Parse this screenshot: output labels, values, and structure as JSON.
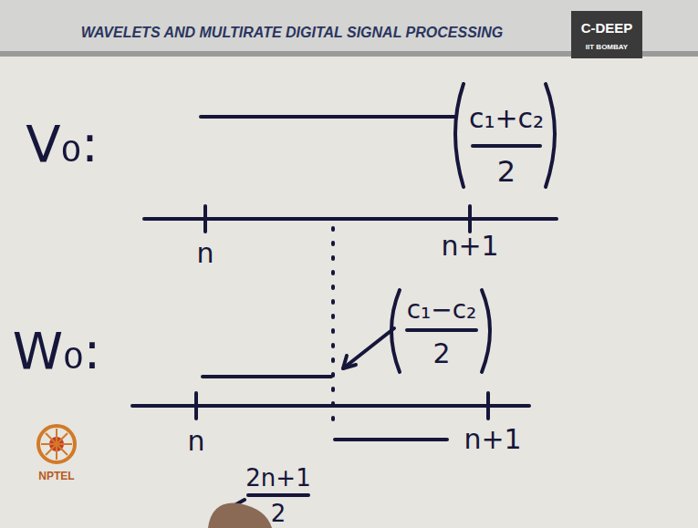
{
  "diagram": {
    "title": "WAVELETS AND MULTIRATE DIGITAL SIGNAL PROCESSING",
    "labels": [
      "C-DEEP",
      "IIT BOMBAY",
      "V₀:",
      "c₁+c₂",
      "2",
      "n",
      "n+1",
      "W₀:",
      "c₁−c₂",
      "2",
      "n",
      "n+1",
      "2n+1",
      "2",
      "NPTEL"
    ]
  }
}
